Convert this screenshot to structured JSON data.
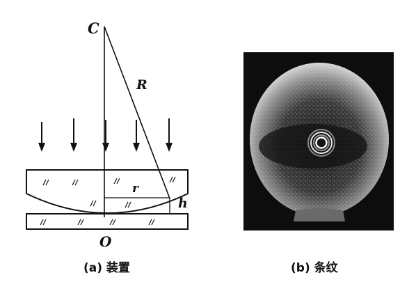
{
  "diagram_a": {
    "labels": {
      "C": "C",
      "R": "R",
      "r": "r",
      "h": "h",
      "O": "O"
    },
    "caption": "(a) 装置"
  },
  "diagram_b": {
    "caption": "(b) 条纹"
  }
}
